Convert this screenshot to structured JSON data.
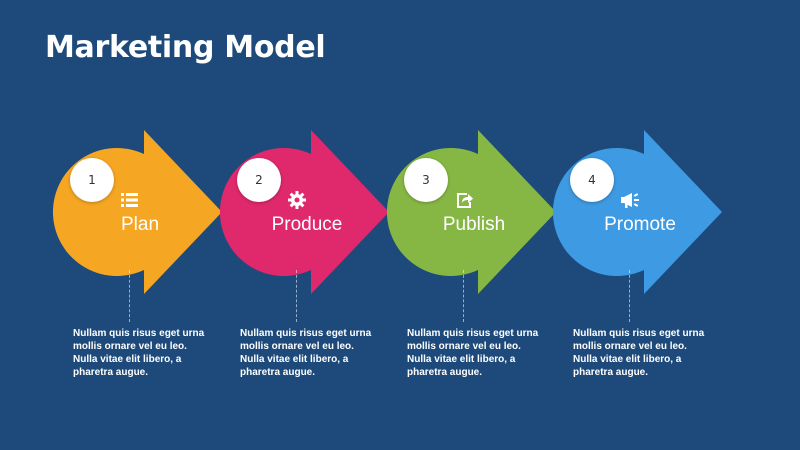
{
  "slide": {
    "title": "Marketing Model"
  },
  "steps": [
    {
      "number": "1",
      "label": "Plan",
      "icon": "list-icon",
      "color": "#f5a623",
      "description": "Nullam quis risus eget urna mollis ornare vel eu leo. Nulla vitae elit libero, a pharetra augue."
    },
    {
      "number": "2",
      "label": "Produce",
      "icon": "gear-icon",
      "color": "#e0286c",
      "description": "Nullam quis risus eget urna mollis ornare vel eu leo. Nulla vitae elit libero, a pharetra augue."
    },
    {
      "number": "3",
      "label": "Publish",
      "icon": "share-icon",
      "color": "#86b744",
      "description": "Nullam quis risus eget urna mollis ornare vel eu leo. Nulla vitae elit libero, a pharetra augue."
    },
    {
      "number": "4",
      "label": "Promote",
      "icon": "megaphone-icon",
      "color": "#3d9ae3",
      "description": "Nullam quis risus eget urna mollis ornare vel eu leo. Nulla vitae elit libero, a pharetra augue."
    }
  ]
}
